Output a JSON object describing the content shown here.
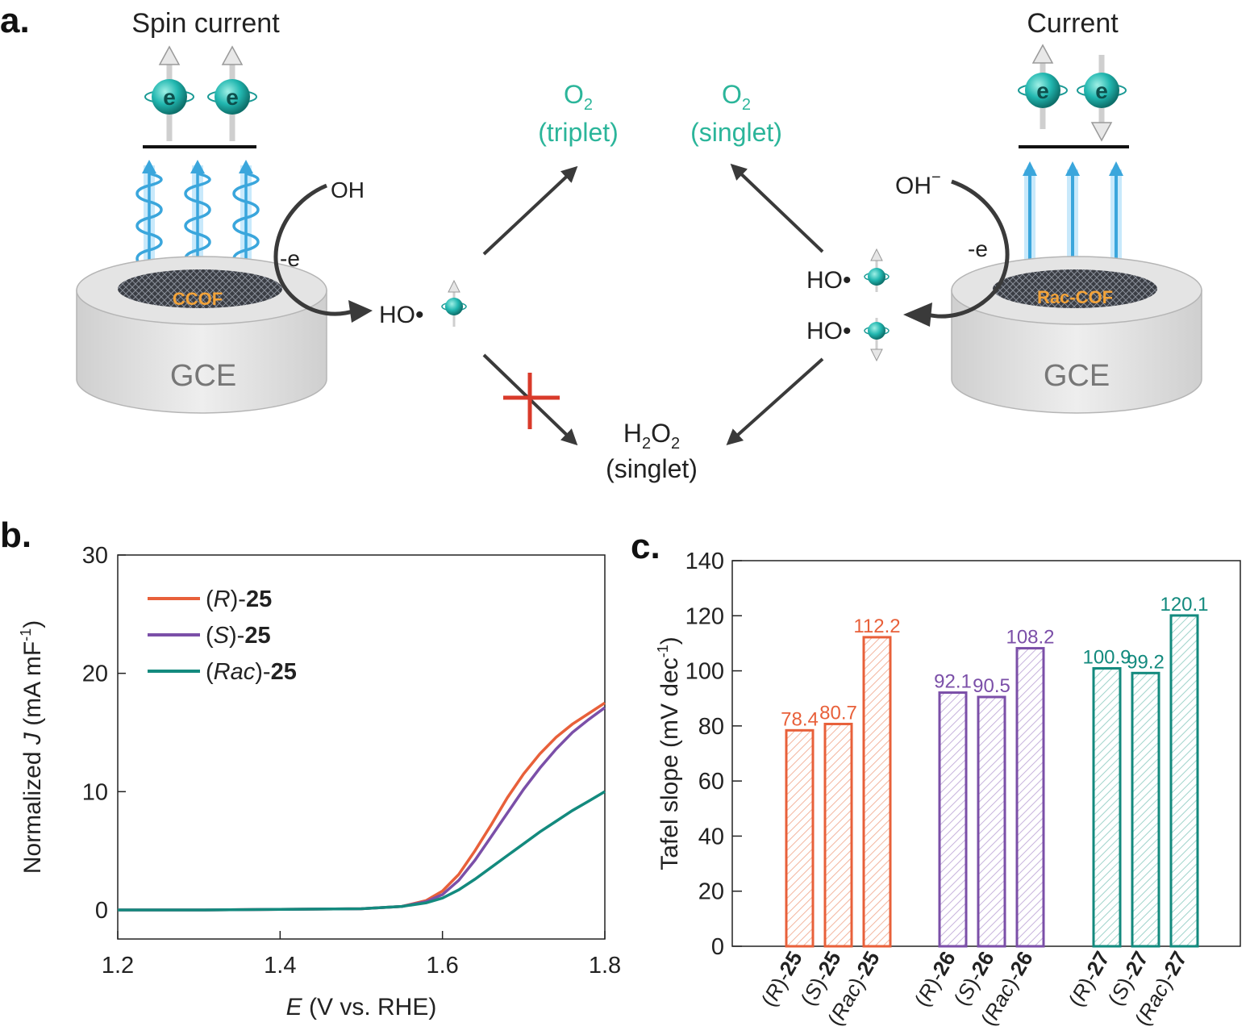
{
  "panel_a": {
    "label": "a.",
    "spin_current": "Spin current",
    "current": "Current",
    "electron_symbol": "e",
    "oh_left": "OH",
    "oh_right": "OH",
    "oh_minus": "−",
    "minus_e": "-e",
    "ccof": "CCOF",
    "rac_cof": "Rac-COF",
    "gce": "GCE",
    "ho_radical": "HO•",
    "o2": "O",
    "sub2": "2",
    "triplet": "(triplet)",
    "singlet": "(singlet)",
    "h2o2_h": "H",
    "h2o2_o": "O",
    "colors": {
      "teal_text": "#2bb59a",
      "orange_text": "#f2a33a",
      "arrow": "#3a3a3a",
      "cross": "#d93a2a",
      "electron": "#22b7b0"
    }
  },
  "chart_data": [
    {
      "panel": "b.",
      "type": "line",
      "title": "",
      "xlabel_italic": "E",
      "xlabel_rest": " (V vs. RHE)",
      "ylabel_main": "Normalized ",
      "ylabel_italic": "J",
      "ylabel_unit": " (mA mF",
      "ylabel_sup": "-1",
      "ylabel_close": ")",
      "xlim": [
        1.2,
        1.8
      ],
      "ylim": [
        0,
        30
      ],
      "xticks": [
        "1.2",
        "1.4",
        "1.6",
        "1.8"
      ],
      "yticks": [
        "0",
        "10",
        "20",
        "30"
      ],
      "legend_position": "top-left",
      "series": [
        {
          "prefix": "(",
          "italic": "R",
          "suffix": ")-",
          "bold": "25",
          "color": "#e8603a",
          "x": [
            1.2,
            1.3,
            1.4,
            1.5,
            1.55,
            1.58,
            1.6,
            1.62,
            1.64,
            1.66,
            1.68,
            1.7,
            1.72,
            1.74,
            1.76,
            1.78,
            1.8
          ],
          "y": [
            0,
            0,
            0.05,
            0.1,
            0.3,
            0.8,
            1.6,
            3.0,
            5.0,
            7.2,
            9.5,
            11.5,
            13.2,
            14.6,
            15.7,
            16.6,
            17.5
          ]
        },
        {
          "prefix": "(",
          "italic": "S",
          "suffix": ")-",
          "bold": "25",
          "color": "#7b4fa8",
          "x": [
            1.2,
            1.3,
            1.4,
            1.5,
            1.55,
            1.58,
            1.6,
            1.62,
            1.64,
            1.66,
            1.68,
            1.7,
            1.72,
            1.74,
            1.76,
            1.78,
            1.8
          ],
          "y": [
            0,
            0,
            0.05,
            0.1,
            0.3,
            0.7,
            1.3,
            2.5,
            4.2,
            6.2,
            8.2,
            10.2,
            12.0,
            13.6,
            15.0,
            16.1,
            17.1
          ]
        },
        {
          "prefix": "(",
          "italic": "Rac",
          "suffix": ")-",
          "bold": "25",
          "color": "#138a7e",
          "x": [
            1.2,
            1.3,
            1.4,
            1.5,
            1.55,
            1.58,
            1.6,
            1.62,
            1.64,
            1.66,
            1.68,
            1.7,
            1.72,
            1.74,
            1.76,
            1.78,
            1.8
          ],
          "y": [
            0,
            0,
            0.05,
            0.1,
            0.3,
            0.6,
            1.0,
            1.7,
            2.6,
            3.6,
            4.6,
            5.6,
            6.6,
            7.5,
            8.4,
            9.2,
            10.0
          ]
        }
      ]
    },
    {
      "panel": "c.",
      "type": "bar",
      "title": "",
      "ylabel": "Tafel slope (mV dec",
      "ylabel_sup": "-1",
      "ylabel_close": ")",
      "ylim": [
        0,
        140
      ],
      "yticks": [
        "0",
        "20",
        "40",
        "60",
        "80",
        "100",
        "120",
        "140"
      ],
      "groups": [
        {
          "color": "#e8603a",
          "bars": [
            {
              "prefix": "(",
              "italic": "R",
              "suffix": ")-",
              "bold": "25",
              "value": 78.4,
              "label": "78.4"
            },
            {
              "prefix": "(",
              "italic": "S",
              "suffix": ")-",
              "bold": "25",
              "value": 80.7,
              "label": "80.7"
            },
            {
              "prefix": "(",
              "italic": "Rac",
              "suffix": ")-",
              "bold": "25",
              "value": 112.2,
              "label": "112.2"
            }
          ]
        },
        {
          "color": "#7b4fa8",
          "bars": [
            {
              "prefix": "(",
              "italic": "R",
              "suffix": ")-",
              "bold": "26",
              "value": 92.1,
              "label": "92.1"
            },
            {
              "prefix": "(",
              "italic": "S",
              "suffix": ")-",
              "bold": "26",
              "value": 90.5,
              "label": "90.5"
            },
            {
              "prefix": "(",
              "italic": "Rac",
              "suffix": ")-",
              "bold": "26",
              "value": 108.2,
              "label": "108.2"
            }
          ]
        },
        {
          "color": "#138a7e",
          "bars": [
            {
              "prefix": "(",
              "italic": "R",
              "suffix": ")-",
              "bold": "27",
              "value": 100.9,
              "label": "100.9"
            },
            {
              "prefix": "(",
              "italic": "S",
              "suffix": ")-",
              "bold": "27",
              "value": 99.2,
              "label": "99.2"
            },
            {
              "prefix": "(",
              "italic": "Rac",
              "suffix": ")-",
              "bold": "27",
              "value": 120.1,
              "label": "120.1"
            }
          ]
        }
      ]
    }
  ]
}
